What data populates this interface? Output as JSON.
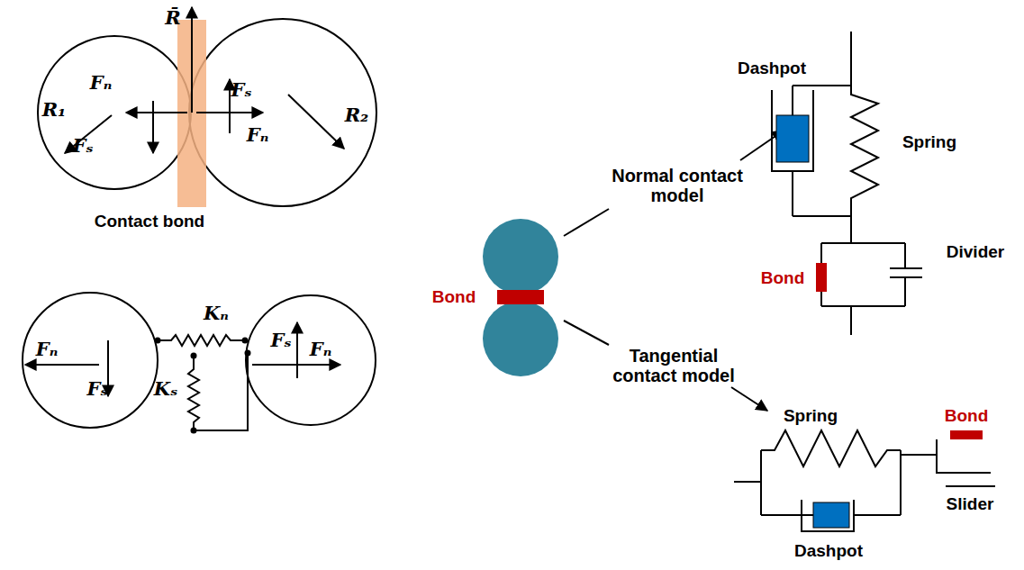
{
  "diagram": {
    "labels": [
      "R̄",
      "Fₙ",
      "Fₛ",
      "R₁",
      "Fₛ",
      "Fₙ",
      "R₂",
      "Contact bond",
      "Kₙ",
      "Fₙ",
      "Fₛ",
      "Kₛ",
      "Fₛ",
      "Fₙ",
      "Bond",
      "Normal contact model",
      "Dashpot",
      "Spring",
      "Divider",
      "Bond",
      "Tangential contact model",
      "Spring",
      "Bond",
      "Slider",
      "Dashpot"
    ]
  }
}
